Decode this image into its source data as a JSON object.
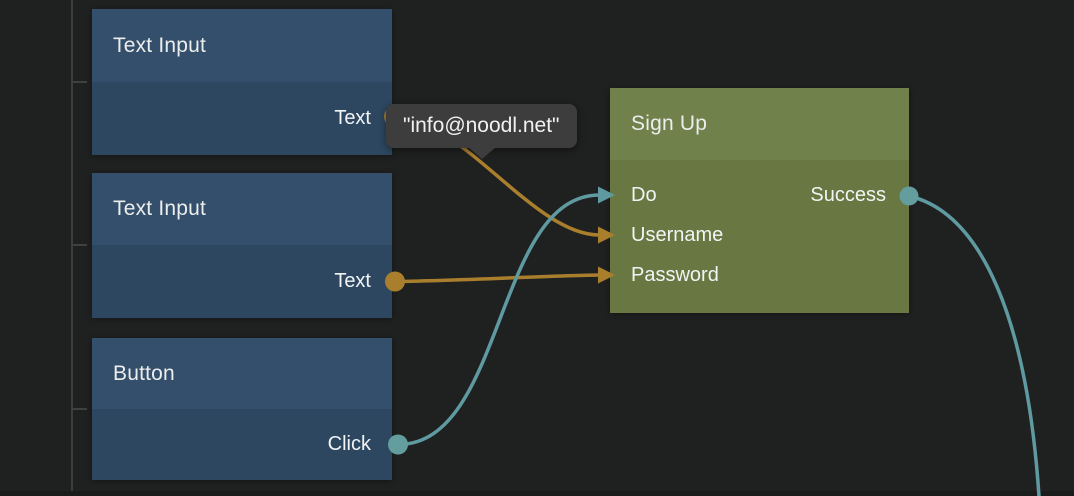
{
  "canvas": {
    "background": "#1f2020",
    "bottom_edge_color": "#1a1b1b"
  },
  "ruler": {
    "line_color": "#3b3c3c",
    "tick_ys": [
      81,
      244,
      408
    ]
  },
  "colors": {
    "data_wire": "#a97f2d",
    "data_port": "#a97f2d",
    "signal_wire": "#5f9aa1",
    "signal_port": "#649d9d",
    "node_blue_header": "#344f6b",
    "node_blue_body": "#2d4760",
    "node_green_header": "#71814c",
    "node_green_body": "#697843",
    "tooltip_bg": "#3d3d3d"
  },
  "nodes": [
    {
      "title": "Text Input",
      "outputs": [
        {
          "label": "Text",
          "type": "data"
        }
      ]
    },
    {
      "title": "Text Input",
      "outputs": [
        {
          "label": "Text",
          "type": "data"
        }
      ]
    },
    {
      "title": "Button",
      "outputs": [
        {
          "label": "Click",
          "type": "signal"
        }
      ]
    },
    {
      "title": "Sign Up",
      "inputs": [
        {
          "label": "Do",
          "type": "signal"
        },
        {
          "label": "Username",
          "type": "data"
        },
        {
          "label": "Password",
          "type": "data"
        }
      ],
      "outputs": [
        {
          "label": "Success",
          "type": "signal"
        }
      ]
    }
  ],
  "tooltip": {
    "text": "\"info@noodl.net\""
  },
  "connections": [
    {
      "from": "text-input-1.Text",
      "to": "sign-up.Username",
      "kind": "data"
    },
    {
      "from": "text-input-2.Text",
      "to": "sign-up.Password",
      "kind": "data"
    },
    {
      "from": "button.Click",
      "to": "sign-up.Do",
      "kind": "signal"
    },
    {
      "from": "sign-up.Success",
      "to": "offscreen-bottom-right",
      "kind": "signal"
    }
  ]
}
